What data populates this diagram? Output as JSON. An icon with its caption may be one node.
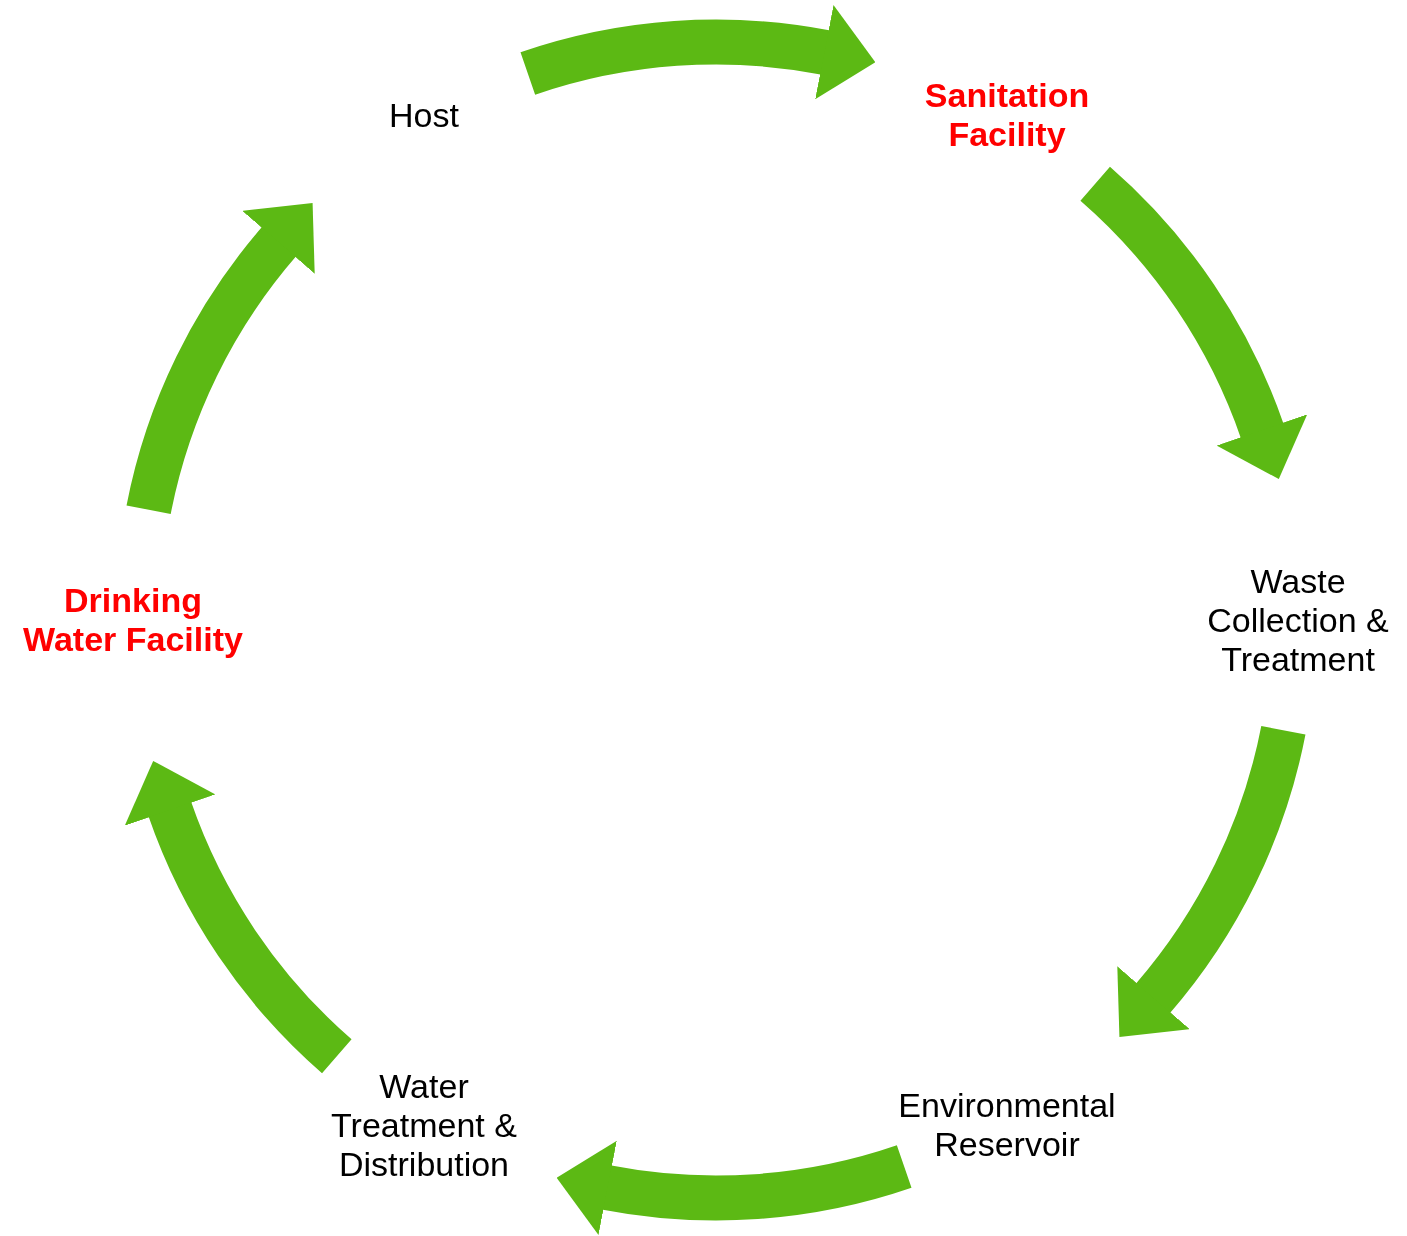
{
  "diagram": {
    "nodes": [
      {
        "text": [
          "Host"
        ]
      },
      {
        "text": [
          "Sanitation Facility"
        ]
      },
      {
        "text": [
          "Waste Collection & Treatment"
        ]
      },
      {
        "text": [
          "Environmental Reservoir"
        ]
      },
      {
        "text": [
          "Water Treatment & Distribution"
        ]
      },
      {
        "text": [
          "Drinking Water Facility"
        ]
      }
    ],
    "edges": [
      {
        "from": 0,
        "to": 1,
        "arrow": "to"
      },
      {
        "from": 1,
        "to": 2,
        "arrow": "to"
      },
      {
        "from": 2,
        "to": 3,
        "arrow": "to"
      },
      {
        "from": 3,
        "to": 4,
        "arrow": "to"
      },
      {
        "from": 4,
        "to": 5,
        "arrow": "to"
      },
      {
        "from": 5,
        "to": 0,
        "arrow": "to"
      }
    ]
  }
}
